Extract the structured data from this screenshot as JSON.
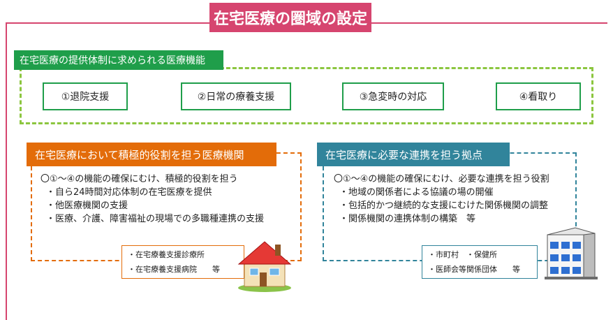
{
  "title": "在宅医療の圏域の設定",
  "functions": {
    "header": "在宅医療の提供体制に求められる医療機能",
    "items": [
      "①退院支援",
      "②日常の療養支援",
      "③急変時の対応",
      "④看取り"
    ]
  },
  "left_section": {
    "header": "在宅医療において積極的役割を担う医療機関",
    "lines": [
      "〇①～④の機能の確保にむけ、積極的役割を担う",
      "・自ら24時間対応体制の在宅医療を提供",
      "・他医療機関の支援",
      "・医療、介護、障害福祉の現場での多職種連携の支援"
    ],
    "box_lines": [
      "・在宅療養支援診療所",
      "・在宅療養支援病院　　等"
    ]
  },
  "right_section": {
    "header": "在宅医療に必要な連携を担う拠点",
    "lines": [
      "〇①～④の機能の確保にむけ、必要な連携を担う役割",
      "・地域の関係者による協議の場の開催",
      "・包括的かつ継続的な支援にむけた関係機関の調整",
      "・関係機関の連携体制の構築　等"
    ],
    "box_lines": [
      "・市町村　・保健所",
      "・医師会等関係団体　　等"
    ]
  },
  "colors": {
    "title": "#d6456f",
    "functions_header": "#1f9e4a",
    "functions_border": "#8cc63f",
    "left": "#e36c09",
    "right": "#31849b"
  },
  "icons": [
    "house-icon",
    "building-icon"
  ]
}
